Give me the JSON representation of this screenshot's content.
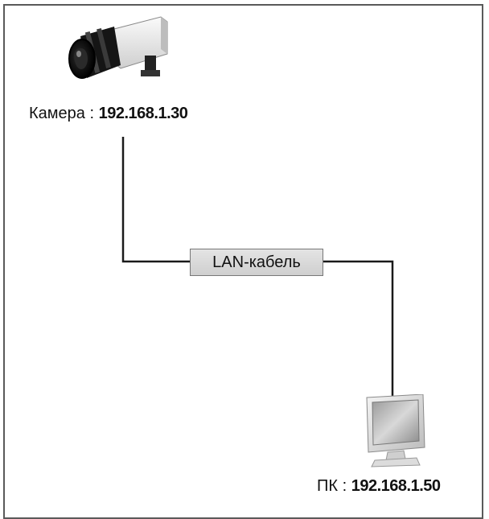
{
  "camera": {
    "label": "Камера",
    "separator": ":",
    "ip": "192.168.1.30",
    "icon": "camera-icon"
  },
  "cable": {
    "label": "LAN-кабель"
  },
  "pc": {
    "label": "ПК",
    "separator": ":",
    "ip": "192.168.1.50",
    "icon": "monitor-icon"
  },
  "colors": {
    "wire": "#1a1a1a",
    "frame": "#5a5a5a",
    "cable_box": "#d9d9d9"
  }
}
